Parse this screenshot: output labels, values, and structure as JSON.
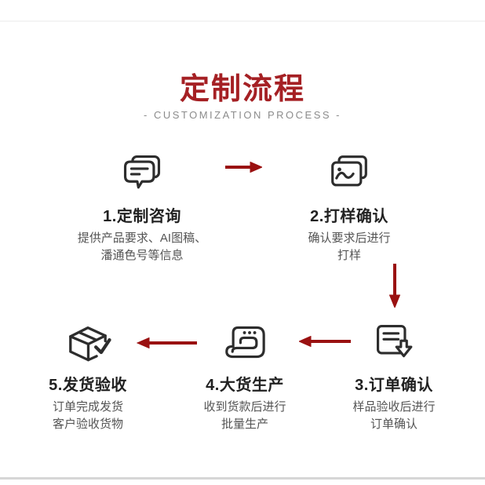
{
  "header": {
    "title": "定制流程",
    "subtitle": "- CUSTOMIZATION PROCESS -"
  },
  "steps": [
    {
      "title": "1.定制咨询",
      "icon": "chat-icon",
      "desc_lines": [
        "提供产品要求、AI图稿、",
        "潘通色号等信息"
      ]
    },
    {
      "title": "2.打样确认",
      "icon": "photo-proof-icon",
      "desc_lines": [
        "确认要求后进行",
        "打样"
      ]
    },
    {
      "title": "3.订单确认",
      "icon": "order-document-icon",
      "desc_lines": [
        "样品验收后进行",
        "订单确认"
      ]
    },
    {
      "title": "4.大货生产",
      "icon": "sewing-machine-icon",
      "desc_lines": [
        "收到货款后进行",
        "批量生产"
      ]
    },
    {
      "title": "5.发货验收",
      "icon": "package-check-icon",
      "desc_lines": [
        "订单完成发货",
        "客户验收货物"
      ]
    }
  ],
  "arrows": [
    {
      "from": 1,
      "to": 2,
      "direction": "right"
    },
    {
      "from": 2,
      "to": 3,
      "direction": "down"
    },
    {
      "from": 3,
      "to": 4,
      "direction": "left"
    },
    {
      "from": 4,
      "to": 5,
      "direction": "left"
    }
  ],
  "colors": {
    "title_red": "#a52024",
    "arrow_red": "#9a1111",
    "icon_stroke": "#2d2d2d",
    "step_title": "#212121",
    "step_desc": "#545454",
    "subtitle_gray": "#8c8c8c"
  }
}
